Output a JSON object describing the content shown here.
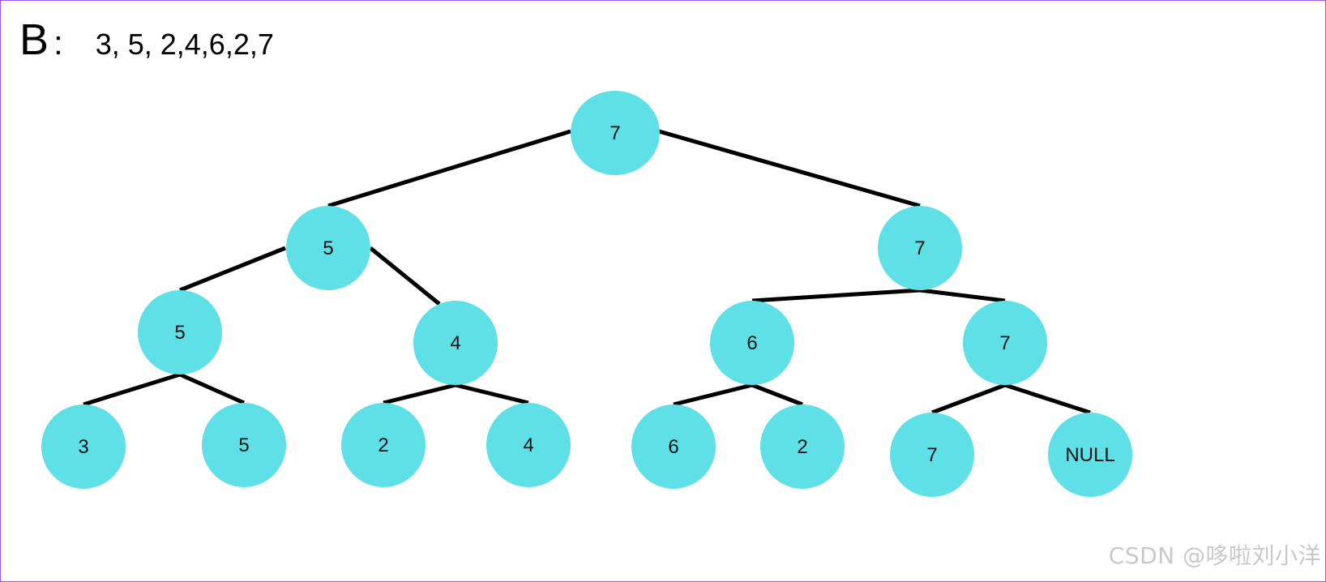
{
  "header": {
    "label": "B",
    "colon": ":",
    "sequence": "3, 5, 2,4,6,2,7"
  },
  "watermark": "CSDN @哆啦刘小洋",
  "colors": {
    "node_fill": "#5ee0e6",
    "edge": "#000000",
    "frame": "#9b59ef",
    "watermark": "#c9c9c9"
  },
  "tree": {
    "nodes": [
      {
        "id": "root",
        "label": "7"
      },
      {
        "id": "l1-left",
        "label": "5"
      },
      {
        "id": "l1-right",
        "label": "7"
      },
      {
        "id": "l2-a",
        "label": "5"
      },
      {
        "id": "l2-b",
        "label": "4"
      },
      {
        "id": "l2-c",
        "label": "6"
      },
      {
        "id": "l2-d",
        "label": "7"
      },
      {
        "id": "leaf-1",
        "label": "3"
      },
      {
        "id": "leaf-2",
        "label": "5"
      },
      {
        "id": "leaf-3",
        "label": "2"
      },
      {
        "id": "leaf-4",
        "label": "4"
      },
      {
        "id": "leaf-5",
        "label": "6"
      },
      {
        "id": "leaf-6",
        "label": "2"
      },
      {
        "id": "leaf-7",
        "label": "7"
      },
      {
        "id": "leaf-8",
        "label": "NULL"
      }
    ],
    "edges": [
      [
        "root",
        "l1-left"
      ],
      [
        "root",
        "l1-right"
      ],
      [
        "l1-left",
        "l2-a"
      ],
      [
        "l1-left",
        "l2-b"
      ],
      [
        "l1-right",
        "l2-c"
      ],
      [
        "l1-right",
        "l2-d"
      ],
      [
        "l2-a",
        "leaf-1"
      ],
      [
        "l2-a",
        "leaf-2"
      ],
      [
        "l2-b",
        "leaf-3"
      ],
      [
        "l2-b",
        "leaf-4"
      ],
      [
        "l2-c",
        "leaf-5"
      ],
      [
        "l2-c",
        "leaf-6"
      ],
      [
        "l2-d",
        "leaf-7"
      ],
      [
        "l2-d",
        "leaf-8"
      ]
    ]
  }
}
